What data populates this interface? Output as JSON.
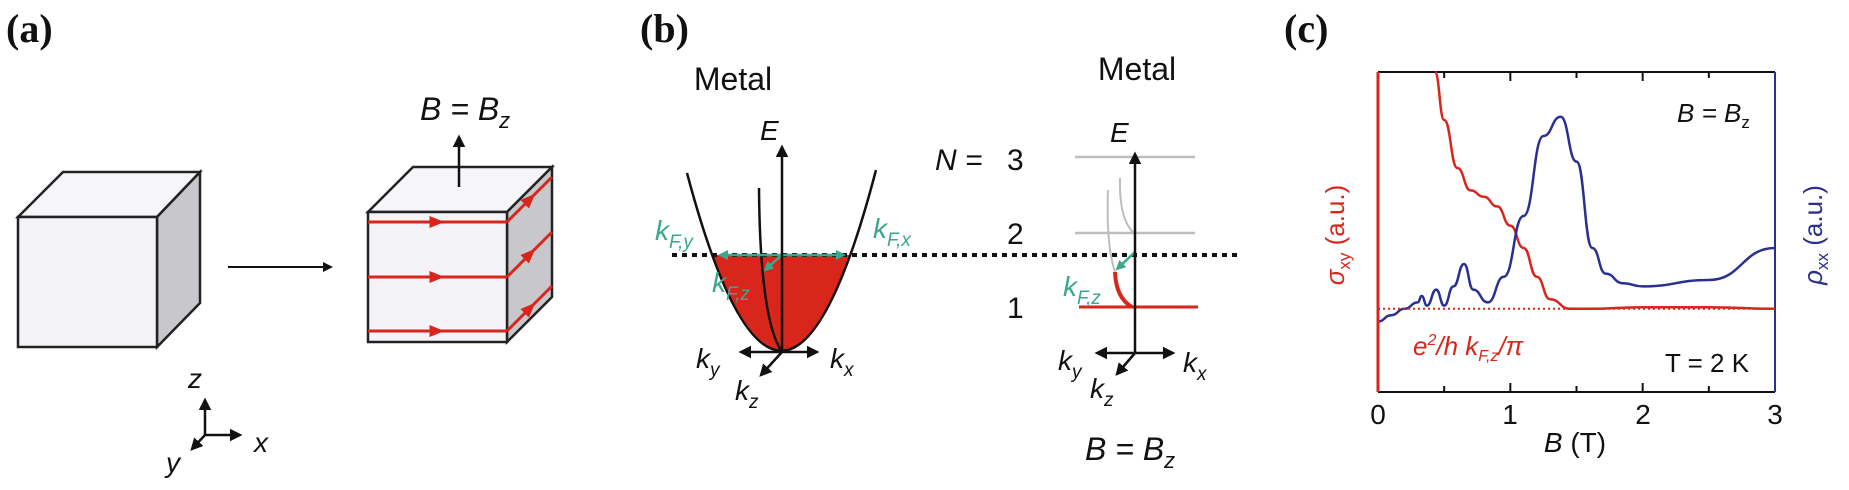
{
  "panel_a": {
    "label": "(a)",
    "field_label": {
      "main": "B = B",
      "sub": "z"
    },
    "axes": {
      "z": "z",
      "x": "x",
      "y": "y"
    }
  },
  "panel_b": {
    "label": "(b)",
    "left": {
      "title": "Metal",
      "E": "E",
      "kFy": {
        "main": "k",
        "sub": "F,y"
      },
      "kFx": {
        "main": "k",
        "sub": "F,x"
      },
      "kFz": {
        "main": "k",
        "sub": "F,z"
      },
      "ky": {
        "main": "k",
        "sub": "y"
      },
      "kx": {
        "main": "k",
        "sub": "x"
      },
      "kz": {
        "main": "k",
        "sub": "z"
      }
    },
    "levels": {
      "N_label": "N =",
      "n3": "3",
      "n2": "2",
      "n1": "1"
    },
    "right": {
      "title": "Metal",
      "E": "E",
      "kFz": {
        "main": "k",
        "sub": "F,z"
      },
      "ky": {
        "main": "k",
        "sub": "y"
      },
      "kx": {
        "main": "k",
        "sub": "x"
      },
      "kz": {
        "main": "k",
        "sub": "z"
      },
      "field_label": {
        "main": "B = B",
        "sub": "z"
      }
    }
  },
  "panel_c": {
    "label": "(c)"
  },
  "colors": {
    "red": "#d8261c",
    "blue": "#2b2f8f",
    "teal": "#3aa88c",
    "gray": "#bdbdbd"
  },
  "chart_data": {
    "type": "line",
    "title": "",
    "xlabel": {
      "main": "B",
      "rest": " (T)"
    },
    "ylabel_left": {
      "main": "σ",
      "sub": "xy",
      "rest": " (a.u.)"
    },
    "ylabel_right": {
      "main": "ρ",
      "sub": "xx",
      "rest": " (a.u.)"
    },
    "xlim": [
      0,
      3
    ],
    "ylim": [
      0,
      1
    ],
    "xticks": [
      "0",
      "1",
      "2",
      "3"
    ],
    "annotations": {
      "field": {
        "main": "B = B",
        "sub": "z"
      },
      "temperature": "T = 2 K",
      "plateau": {
        "a": "e",
        "sup": "2",
        "b": "/h k",
        "sub": "F,z",
        "c": "/π"
      }
    },
    "series": [
      {
        "name": "sigma_xy",
        "axis": "left",
        "color": "#d8261c",
        "x": [
          0.43,
          0.5,
          0.6,
          0.7,
          0.8,
          0.9,
          1.0,
          1.1,
          1.2,
          1.3,
          1.45,
          1.6,
          2.0,
          2.5,
          3.0
        ],
        "y": [
          1.0,
          0.85,
          0.7,
          0.63,
          0.61,
          0.58,
          0.52,
          0.45,
          0.36,
          0.29,
          0.26,
          0.26,
          0.265,
          0.265,
          0.26
        ]
      },
      {
        "name": "rho_xx",
        "axis": "right",
        "color": "#2b2f8f",
        "x": [
          0,
          0.1,
          0.2,
          0.3,
          0.33,
          0.37,
          0.44,
          0.5,
          0.57,
          0.65,
          0.72,
          0.83,
          0.95,
          1.1,
          1.25,
          1.38,
          1.5,
          1.62,
          1.72,
          1.85,
          2.0,
          2.5,
          3.0
        ],
        "y": [
          0.22,
          0.24,
          0.26,
          0.28,
          0.3,
          0.27,
          0.32,
          0.27,
          0.33,
          0.4,
          0.32,
          0.28,
          0.36,
          0.55,
          0.8,
          0.86,
          0.72,
          0.45,
          0.37,
          0.34,
          0.33,
          0.35,
          0.45
        ]
      },
      {
        "name": "plateau_reference",
        "axis": "left",
        "color": "#d8261c",
        "style": "dotted",
        "x": [
          0,
          3
        ],
        "y": [
          0.26,
          0.26
        ]
      }
    ]
  }
}
